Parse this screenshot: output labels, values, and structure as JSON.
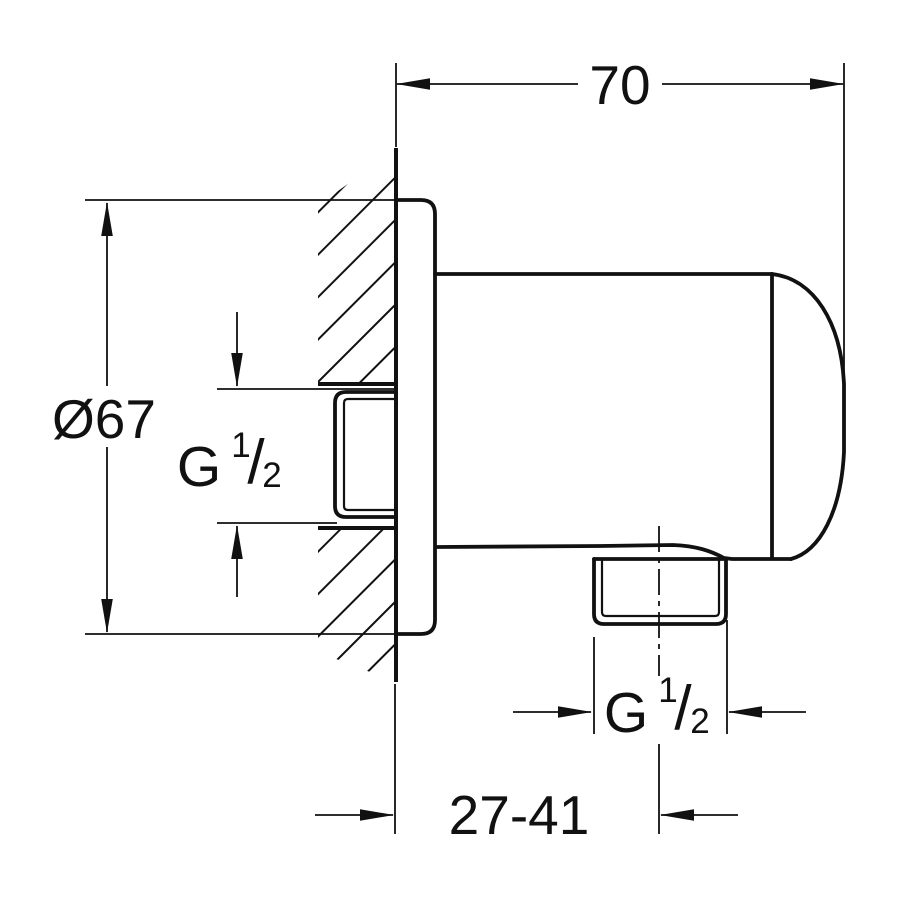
{
  "drawing": {
    "background_color": "#ffffff",
    "line_color": "#111111",
    "dimensions": {
      "overall_depth": "70",
      "flange_diameter": "Ø67",
      "wall_range": "27-41",
      "inlet_thread": {
        "prefix": "G",
        "numerator": "1",
        "slash": "/",
        "denominator": "2"
      },
      "outlet_thread": {
        "prefix": "G",
        "numerator": "1",
        "slash": "/",
        "denominator": "2"
      }
    }
  }
}
